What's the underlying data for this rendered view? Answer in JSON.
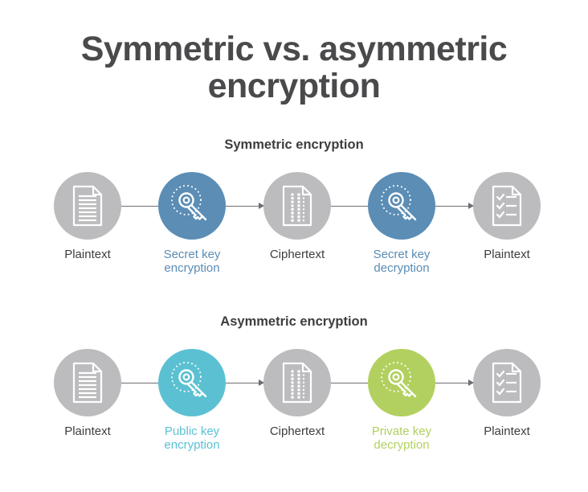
{
  "title": {
    "line1": "Symmetric vs. asymmetric",
    "line2": "encryption"
  },
  "colors": {
    "gray": "#bcbcbe",
    "secret_blue": "#5b8db5",
    "public_teal": "#5bc1d2",
    "private_green": "#b2d05f",
    "dark_text": "#3d3d3f",
    "connector": "#6d6e71"
  },
  "symmetric": {
    "heading": "Symmetric encryption",
    "steps": [
      {
        "label1": "Plaintext",
        "label2": "",
        "icon": "document-icon",
        "color": "#bcbcbe",
        "text_color": "#3d3d3f"
      },
      {
        "label1": "Secret key",
        "label2": "encryption",
        "icon": "key-icon",
        "color": "#5b8db5",
        "text_color": "#5b8db5"
      },
      {
        "label1": "Ciphertext",
        "label2": "",
        "icon": "cipher-document-icon",
        "color": "#bcbcbe",
        "text_color": "#3d3d3f"
      },
      {
        "label1": "Secret key",
        "label2": "decryption",
        "icon": "key-icon",
        "color": "#5b8db5",
        "text_color": "#5b8db5"
      },
      {
        "label1": "Plaintext",
        "label2": "",
        "icon": "checklist-document-icon",
        "color": "#bcbcbe",
        "text_color": "#3d3d3f"
      }
    ]
  },
  "asymmetric": {
    "heading": "Asymmetric encryption",
    "steps": [
      {
        "label1": "Plaintext",
        "label2": "",
        "icon": "document-icon",
        "color": "#bcbcbe",
        "text_color": "#3d3d3f"
      },
      {
        "label1": "Public key",
        "label2": "encryption",
        "icon": "key-icon",
        "color": "#5bc1d2",
        "text_color": "#5bc1d2"
      },
      {
        "label1": "Ciphertext",
        "label2": "",
        "icon": "cipher-document-icon",
        "color": "#bcbcbe",
        "text_color": "#3d3d3f"
      },
      {
        "label1": "Private key",
        "label2": "decryption",
        "icon": "key-icon",
        "color": "#b2d05f",
        "text_color": "#b2d05f"
      },
      {
        "label1": "Plaintext",
        "label2": "",
        "icon": "checklist-document-icon",
        "color": "#bcbcbe",
        "text_color": "#3d3d3f"
      }
    ]
  }
}
